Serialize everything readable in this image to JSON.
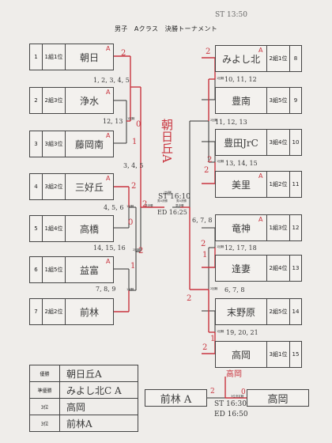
{
  "title": "男子　Aクラス　決勝トーナメント",
  "top_note": "ST 13:50",
  "left_teams": [
    {
      "num": "1",
      "seed": "1組1位",
      "name": "朝日",
      "marker": "A"
    },
    {
      "num": "2",
      "seed": "2組3位",
      "name": "浄水",
      "marker": "A"
    },
    {
      "num": "3",
      "seed": "3組3位",
      "name": "藤岡南",
      "marker": "A"
    },
    {
      "num": "4",
      "seed": "3組2位",
      "name": "三好丘",
      "marker": "A"
    },
    {
      "num": "5",
      "seed": "1組4位",
      "name": "高橋",
      "marker": ""
    },
    {
      "num": "6",
      "seed": "1組5位",
      "name": "益富",
      "marker": "A"
    },
    {
      "num": "7",
      "seed": "2組2位",
      "name": "前林",
      "marker": ""
    }
  ],
  "right_teams": [
    {
      "num": "8",
      "seed": "2組1位",
      "name": "みよし北",
      "marker": "A"
    },
    {
      "num": "9",
      "seed": "3組5位",
      "name": "豊南",
      "marker": ""
    },
    {
      "num": "10",
      "seed": "3組4位",
      "name": "豊田JrC",
      "marker": ""
    },
    {
      "num": "11",
      "seed": "1組2位",
      "name": "美里",
      "marker": "A"
    },
    {
      "num": "12",
      "seed": "1組3位",
      "name": "竜神",
      "marker": "A"
    },
    {
      "num": "13",
      "seed": "2組4位",
      "name": "逢妻",
      "marker": ""
    },
    {
      "num": "14",
      "seed": "2組5位",
      "name": "末野原",
      "marker": ""
    },
    {
      "num": "15",
      "seed": "3組1位",
      "name": "高岡",
      "marker": ""
    }
  ],
  "match_labels": {
    "l1": "1回戦",
    "l2": "1回戦",
    "l3": "1回戦",
    "l4": "2回戦",
    "l5": "準決勝",
    "r1": "1回戦",
    "r2": "2回戦",
    "r3": "1回戦",
    "r4": "準決勝",
    "r5": "1回戦",
    "r6": "2回戦",
    "r7": "1回戦",
    "final_top": "決勝",
    "final_a": "男A決勝",
    "final_b": "男A決勝",
    "third": "3位決定戦"
  },
  "annotations": {
    "l_a": "1, 2, 3, 4, 5",
    "l_b": "12, 13",
    "l_c": "3, 4, 5",
    "l_d": "4, 5, 6",
    "l_e": "14, 15, 16",
    "l_f": "7, 8, 9",
    "r_a": "10, 11, 12",
    "r_b": "11, 12, 13",
    "r_c": "13, 14, 15",
    "r_d": "12, 17, 18",
    "r_e": "6, 7, 8",
    "r_f": "19, 20, 21",
    "final_st": "ST 16:10",
    "final_ed": "ED 16:25",
    "final_sets": "6, 7, 8",
    "third_st": "ST 16:30",
    "third_ed": "ED 16:50"
  },
  "winner_note": "朝日丘A",
  "scores": {
    "s1": "2",
    "s2": "0",
    "s3": "2",
    "s4": "1",
    "s5": "2",
    "s6": "2",
    "s7": "0",
    "s8": "1",
    "s9": "2",
    "s10": "2",
    "s11": "2",
    "s12": "1",
    "s13": "2",
    "s14": "2",
    "s15": "1",
    "s16": "2"
  },
  "results": [
    {
      "rank": "優勝",
      "value": "朝日丘A"
    },
    {
      "rank": "準優勝",
      "value": "みよし北C A"
    },
    {
      "rank": "3位",
      "value": "高岡"
    },
    {
      "rank": "3位",
      "value": "前林A"
    }
  ],
  "third_place": {
    "left": "前林 A",
    "right": "高岡",
    "winner": "高岡",
    "score_left": "2",
    "score_right": "0"
  }
}
